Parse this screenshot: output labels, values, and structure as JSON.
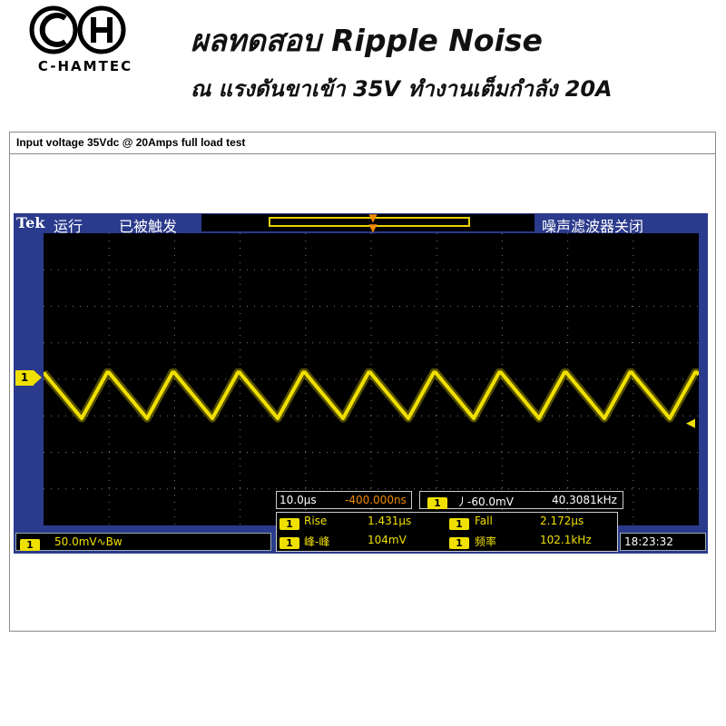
{
  "header": {
    "logo_text": "C-HAMTEC",
    "title": "ผลทดสอบ Ripple Noise",
    "subtitle": "ณ แรงดันขาเข้า 35V ทำงานเต็มกำลัง 20A"
  },
  "panel": {
    "caption": "Input voltage 35Vdc @ 20Amps full load test"
  },
  "scope": {
    "brand": "Tek",
    "run_status": "运行",
    "trigger_status": "已被触发",
    "filter_status": "噪声滤波器关闭",
    "channel_label": "1",
    "channel_info": "50.0mV∿Bw",
    "timebase": "10.0µs",
    "trigger_offset": "-400.000ns",
    "trigger_channel": "1",
    "trigger_level": "⼃-60.0mV",
    "trigger_freq": "40.3081kHz",
    "measurements": [
      {
        "channel": "1",
        "name": "Rise",
        "value": "1.431µs"
      },
      {
        "channel": "1",
        "name": "Fall",
        "value": "2.172µs"
      },
      {
        "channel": "1",
        "name": "峰-峰",
        "value": "104mV"
      },
      {
        "channel": "1",
        "name": "频率",
        "value": "102.1kHz"
      }
    ],
    "time": "18:23:32",
    "trace_color": "#f0e000",
    "marker_color": "#f08a00",
    "frame_color": "#2a3a8c"
  }
}
